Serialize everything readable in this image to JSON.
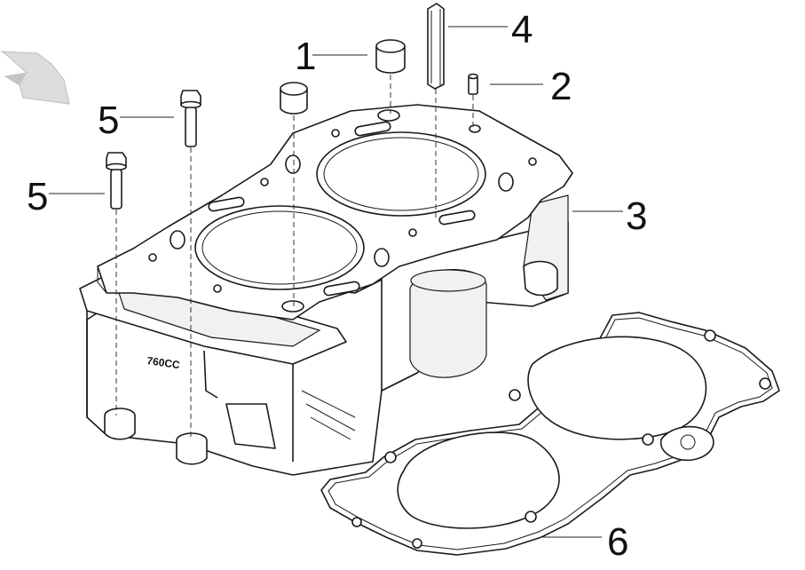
{
  "diagram": {
    "stamp_text": "760CC",
    "labels": [
      {
        "id": "1",
        "text": "1"
      },
      {
        "id": "2",
        "text": "2"
      },
      {
        "id": "3",
        "text": "3"
      },
      {
        "id": "4",
        "text": "4"
      },
      {
        "id": "5a",
        "text": "5"
      },
      {
        "id": "5b",
        "text": "5"
      },
      {
        "id": "6",
        "text": "6"
      }
    ],
    "colors": {
      "line": "#1a1a1a",
      "background": "#ffffff",
      "direction_arrow": "#cfcfcf"
    },
    "icons": [
      "direction-arrow-icon"
    ]
  }
}
